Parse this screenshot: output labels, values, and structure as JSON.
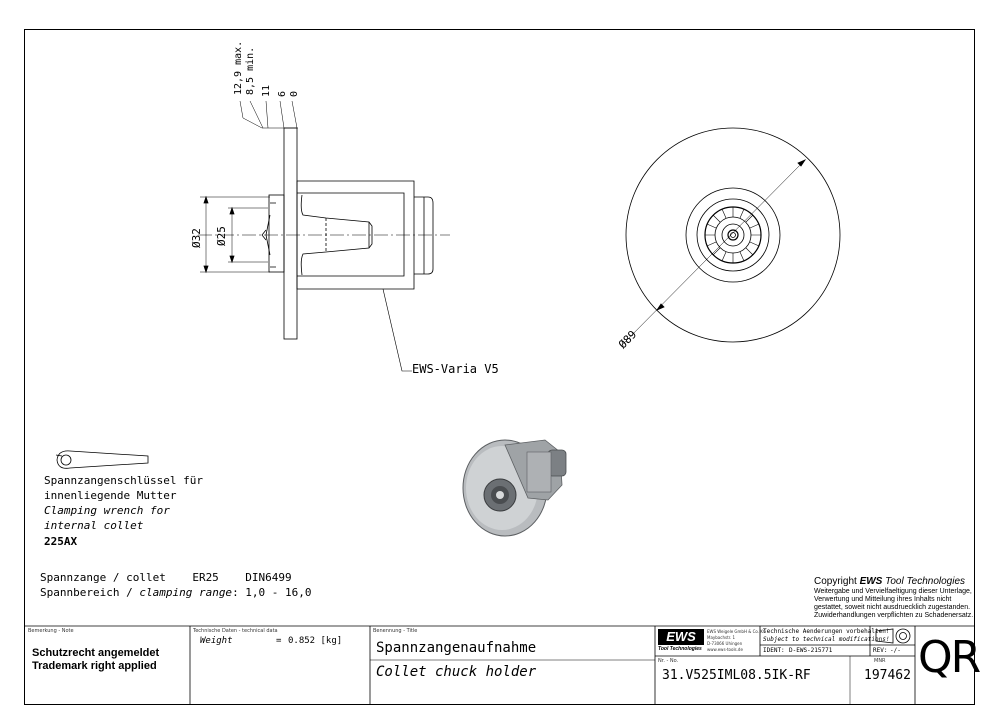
{
  "dimensions": {
    "d1": "12,9 max.",
    "d2": "8,5 min.",
    "d3": "11",
    "d4": "6",
    "d5": "0",
    "dia32": "Ø32",
    "dia25": "Ø25",
    "dia89": "Ø89"
  },
  "part_label": "EWS-Varia V5",
  "wrench": {
    "line1_de": "Spannzangenschlüssel für",
    "line2_de": "innenliegende Mutter",
    "line1_en": "Clamping wrench for",
    "line2_en": "internal collet",
    "code": "225AX"
  },
  "collet_spec": {
    "row1": "Spannzange / collet    ER25    DIN6499",
    "row2_de": "Spannbereich / ",
    "row2_en": "clamping range",
    "row2_val": ": 1,0 - 16,0"
  },
  "copyright": {
    "title_prefix": "Copyright ",
    "title_brand": "EWS",
    "title_suffix": " Tool Technologies",
    "l1": "Weitergabe und Vervielfaeltigung dieser Unterlage,",
    "l2": "Verwertung und Mitteilung ihres Inhalts nicht",
    "l3": "gestattet, soweit nicht ausdruecklich zugestanden.",
    "l4": "Zuwiderhandlungen verpflichten zu Schadenersatz."
  },
  "title_block": {
    "note_caption": "Bemerkung - Note",
    "note_line1": "Schutzrecht angemeldet",
    "note_line2": "Trademark right applied",
    "tech_caption": "Technische Daten - technical data",
    "weight_label": "Weight",
    "weight_eq": "=",
    "weight_value": "0.852 [kg]",
    "title_caption": "Benennung - Title",
    "title_de": "Spannzangenaufnahme",
    "title_en": "Collet chuck holder",
    "logo": "EWS",
    "logo_sub": "Tool Technologies",
    "company_l1": "EWS Weigele GmbH & Co. KG",
    "company_l2": "Maybachstr. 1",
    "company_l3": "D-73066 Uhingen",
    "company_l4": "www.ews-tools.de",
    "change_l1": "Technische Aenderungen vorbehalten!",
    "change_l2": "Subject to technical modifications!",
    "ident_label": "IDENT:",
    "ident_value": "D-EWS-215771",
    "rev_label": "REV:",
    "rev_value": "-/-",
    "nr_caption": "Nr. - No.",
    "part_number": "31.V525IML08.5IK-RF",
    "mnr_caption": "MNR",
    "mnr_value": "197462",
    "qr": "QR"
  }
}
